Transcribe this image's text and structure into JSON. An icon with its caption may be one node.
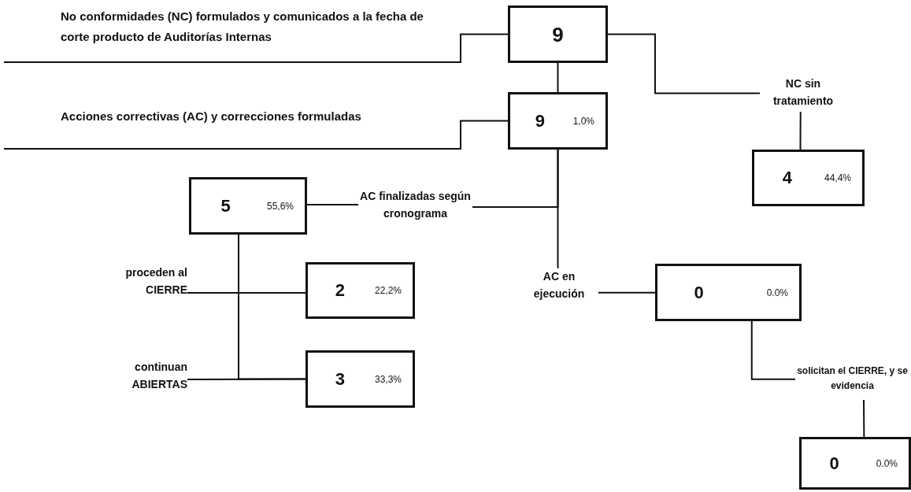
{
  "diagram": {
    "nodes": [
      {
        "text": [
          "No conformidades (NC) formulados y comunicados a la fecha de corte producto de Auditorías Internas"
        ]
      },
      {
        "text": [
          "9"
        ]
      },
      {
        "text": [
          "Acciones correctivas (AC) y  correcciones formuladas"
        ]
      },
      {
        "text": [
          "9",
          "1,0%"
        ]
      },
      {
        "text": [
          "NC sin tratamiento"
        ]
      },
      {
        "text": [
          "4",
          "44,4%"
        ]
      },
      {
        "text": [
          "5",
          "55,6%"
        ]
      },
      {
        "text": [
          "AC finalizadas según cronograma"
        ]
      },
      {
        "text": [
          "AC en ejecución"
        ]
      },
      {
        "text": [
          "0",
          "0.0%"
        ]
      },
      {
        "text": [
          "proceden al CIERRE"
        ]
      },
      {
        "text": [
          "2",
          "22,2%"
        ]
      },
      {
        "text": [
          "continuan ABIERTAS"
        ]
      },
      {
        "text": [
          "3",
          "33,3%"
        ]
      },
      {
        "text": [
          "solicitan el CIERRE, y se evidencia"
        ]
      },
      {
        "text": [
          "0",
          "0.0%"
        ]
      }
    ],
    "edges": [
      {
        "from": 0,
        "to": 1,
        "arrow": "none"
      },
      {
        "from": 1,
        "to": 3,
        "arrow": "none"
      },
      {
        "from": 1,
        "to": 4,
        "arrow": "none"
      },
      {
        "from": 2,
        "to": 3,
        "arrow": "none"
      },
      {
        "from": 4,
        "to": 5,
        "arrow": "none"
      },
      {
        "from": 3,
        "to": 7,
        "arrow": "none"
      },
      {
        "from": 7,
        "to": 6,
        "arrow": "none"
      },
      {
        "from": 3,
        "to": 8,
        "arrow": "none"
      },
      {
        "from": 8,
        "to": 9,
        "arrow": "none"
      },
      {
        "from": 6,
        "to": 11,
        "arrow": "none"
      },
      {
        "from": 6,
        "to": 13,
        "arrow": "none"
      },
      {
        "from": 10,
        "to": 11,
        "arrow": "none"
      },
      {
        "from": 12,
        "to": 13,
        "arrow": "none"
      },
      {
        "from": 9,
        "to": 14,
        "arrow": "none"
      },
      {
        "from": 14,
        "to": 15,
        "arrow": "none"
      }
    ]
  }
}
